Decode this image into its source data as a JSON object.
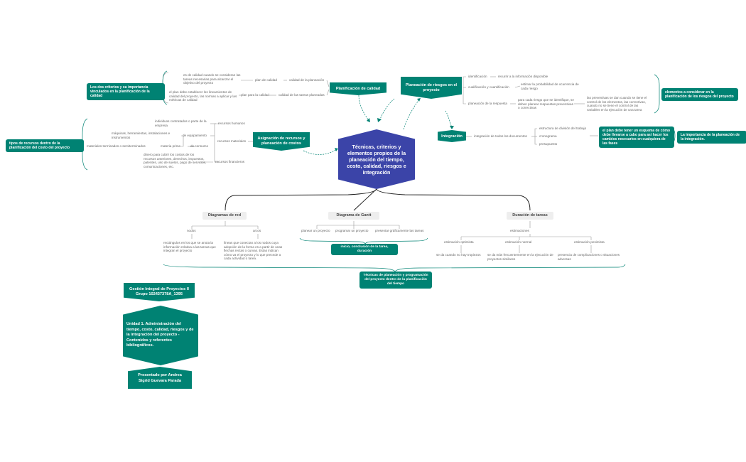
{
  "center": "Técnicas, criterios y elementos propios de la planeación del tiempo, costo, calidad, riesgos e integración",
  "quality": {
    "title": "Planificación de calidad",
    "tag": "Los dos criterios y su importancia vinculados en la planificación de la calidad",
    "b1_desc": "es de calidad cuando se consideran las tareas necesarias para alcanzar el objetivo del proyecto",
    "b1_mid": "plan de calidad",
    "b1_end": "calidad de la planeación",
    "b2_desc": "el plan debe establecer los lineamientos de calidad del proyecto, las normas a aplicar y las métricas de calidad",
    "b2_mid": "plan para la calidad",
    "b2_end": "calidad de las tareas planeadas"
  },
  "risk": {
    "title": "Planeación de riesgos en el proyecto",
    "tag": "elementos a considerar en la planificación de los riesgos del proyecto",
    "i1": "identificación",
    "i1_d": "recurrir a la información disponible",
    "i2": "cualificación y cuantificación",
    "i2_d": "estimar la probabilidad de ocurrencia de cada riesgo",
    "i3": "planeación de la respuesta",
    "i3_d": "para cada riesgo que se identifique, se deben planear respuestas preventivas o correctivas",
    "i3_e": "las preventivas se dan cuando se tiene el control de los elementos, las correctivas, cuando no se tiene el control de las variables en la ejecución de una tarea"
  },
  "integration": {
    "title": "Integración",
    "docs": "integración de todos los documentos",
    "d1": "estructura de división del trabajo",
    "d2": "cronograma",
    "d3": "presupuesto",
    "note": "el plan debe tener un esquema de cómo debe llevarse a cabo para así hacer los cambios necesarios en cualquiera de las fases",
    "tag": "La importancia de la planeación de la integración."
  },
  "resources": {
    "title": "Asignación de recursos y planeación de costos",
    "tag": "tipos de recursos dentro de la planificación del costo del proyecto",
    "human_d": "individuos contratados o parte de la empresa",
    "human": "recursos humanos",
    "equip_d": "máquinas, herramientas, instalaciones e instrumentos",
    "equip": "de equipamiento",
    "material": "recursos materiales",
    "term_d": "materiales terminados o semiterminados",
    "raw": "materia prima",
    "consumo": "de consumo",
    "fin_d": "dinero para cubrir los costos de los recursos anteriores, derechos, impuestos, patentes, uso de suelos, pago de servicios, comunicaciones, etc.",
    "fin": "recursos financieros"
  },
  "network": {
    "title": "Diagramas de red",
    "nodes": "nodos",
    "nodes_d": "rectángulos en los que se anota la información relativa a las tareas que integran el proyecto",
    "arcs": "arcos",
    "arcs_d": "líneas que conectan a los nodos cuya adopción de la forma es a partir de unas flechas rectas o curvas. Estas indican cómo va el proyecto y lo que precede a cada actividad o tarea."
  },
  "gantt": {
    "title": "Diagrama de Gantt",
    "g1": "planear un proyecto",
    "g2": "programar un proyecto",
    "g3": "presentar gráficamente las tareas",
    "tag": "inicio, conclusión de la tarea, duración"
  },
  "duration": {
    "title": "Duración de tareas",
    "est": "estimaciones",
    "e1": "estimación optimista",
    "e1_d": "se da cuando no hay tropiezos",
    "e2": "estimación normal",
    "e2_d": "se da más frecuentemente en la ejecución de proyectos similares",
    "e3": "estimación pesimista",
    "e3_d": "presencia de complicaciones o situaciones adversas"
  },
  "bottom_tag": "Técnicas de planeación y programación del proyecto dentro de la planificación del tiempo",
  "info": {
    "course": "Gestión Integral de Proyectos II Grupo 102437378A_1395",
    "unit": "Unidad 1. Administración del tiempo, costo, calidad, riesgos y de la integración del proyecto - Contenidos y referentes bibliográficos.",
    "author": "Presentado por Andrea Sigrid Guevara Parada"
  },
  "colors": {
    "teal": "#008273",
    "center": "#3b44a8",
    "line": "#888888"
  }
}
